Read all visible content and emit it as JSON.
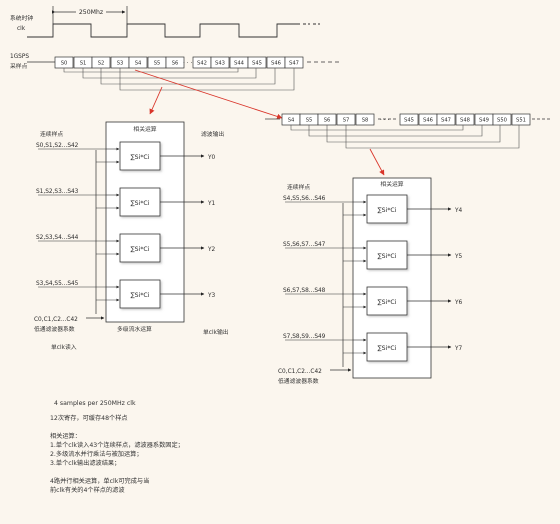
{
  "left_labels": {
    "sys_clk": "系统时钟",
    "clk": "clk",
    "gsps": "1GSPS",
    "sample": "采样点"
  },
  "clock_period": "250Mhz",
  "top_samples": [
    "S0",
    "S1",
    "S2",
    "S3",
    "S4",
    "S5",
    "S6",
    "S42",
    "S43",
    "S44",
    "S45",
    "S46",
    "S47"
  ],
  "shifted_samples": [
    "S4",
    "S5",
    "S6",
    "S7",
    "S8",
    "S45",
    "S46",
    "S47",
    "S48",
    "S49",
    "S50",
    "S51"
  ],
  "left_block": {
    "title": "相关运算",
    "header_in": "连续样点",
    "header_out": "滤波输出",
    "inputs": [
      "S0,S1,S2...S42",
      "S1,S2,S3...S43",
      "S2,S3,S4...S44",
      "S3,S4,S5...S45"
    ],
    "mac": [
      "∑Si*Ci",
      "∑Si*Ci",
      "∑Si*Ci",
      "∑Si*Ci"
    ],
    "outputs": [
      "Y0",
      "Y1",
      "Y2",
      "Y3"
    ],
    "coef": "C0,C1,C2...C42",
    "coef_label": "低通滤波器系数",
    "coef_in": "单clk读入",
    "pipeline": "多级流水运算",
    "out_rate": "单clk输出"
  },
  "right_block": {
    "title": "相关运算",
    "header_in": "连续样点",
    "inputs": [
      "S4,S5,S6...S46",
      "S5,S6,S7...S47",
      "S6,S7,S8...S48",
      "S7,S8,S9...S49"
    ],
    "mac": [
      "∑Si*Ci",
      "∑Si*Ci",
      "∑Si*Ci",
      "∑Si*Ci"
    ],
    "outputs": [
      "Y4",
      "Y5",
      "Y6",
      "Y7"
    ],
    "coef": "C0,C1,C2...C42",
    "coef_label": "低通滤波器系数"
  },
  "notes": [
    "4 samples per 250MHz clk",
    "12次寄存，可缓存48个样点",
    "相关运算：",
    "1.单个clk读入43个连续样点，滤波器系数固定；",
    "2.多级流水并行乘法与被加运算；",
    "3.单个clk输出滤波结果；",
    "4路并行相关运算，单clk可完成与当",
    "前clk有关的4个样点的滤波"
  ]
}
